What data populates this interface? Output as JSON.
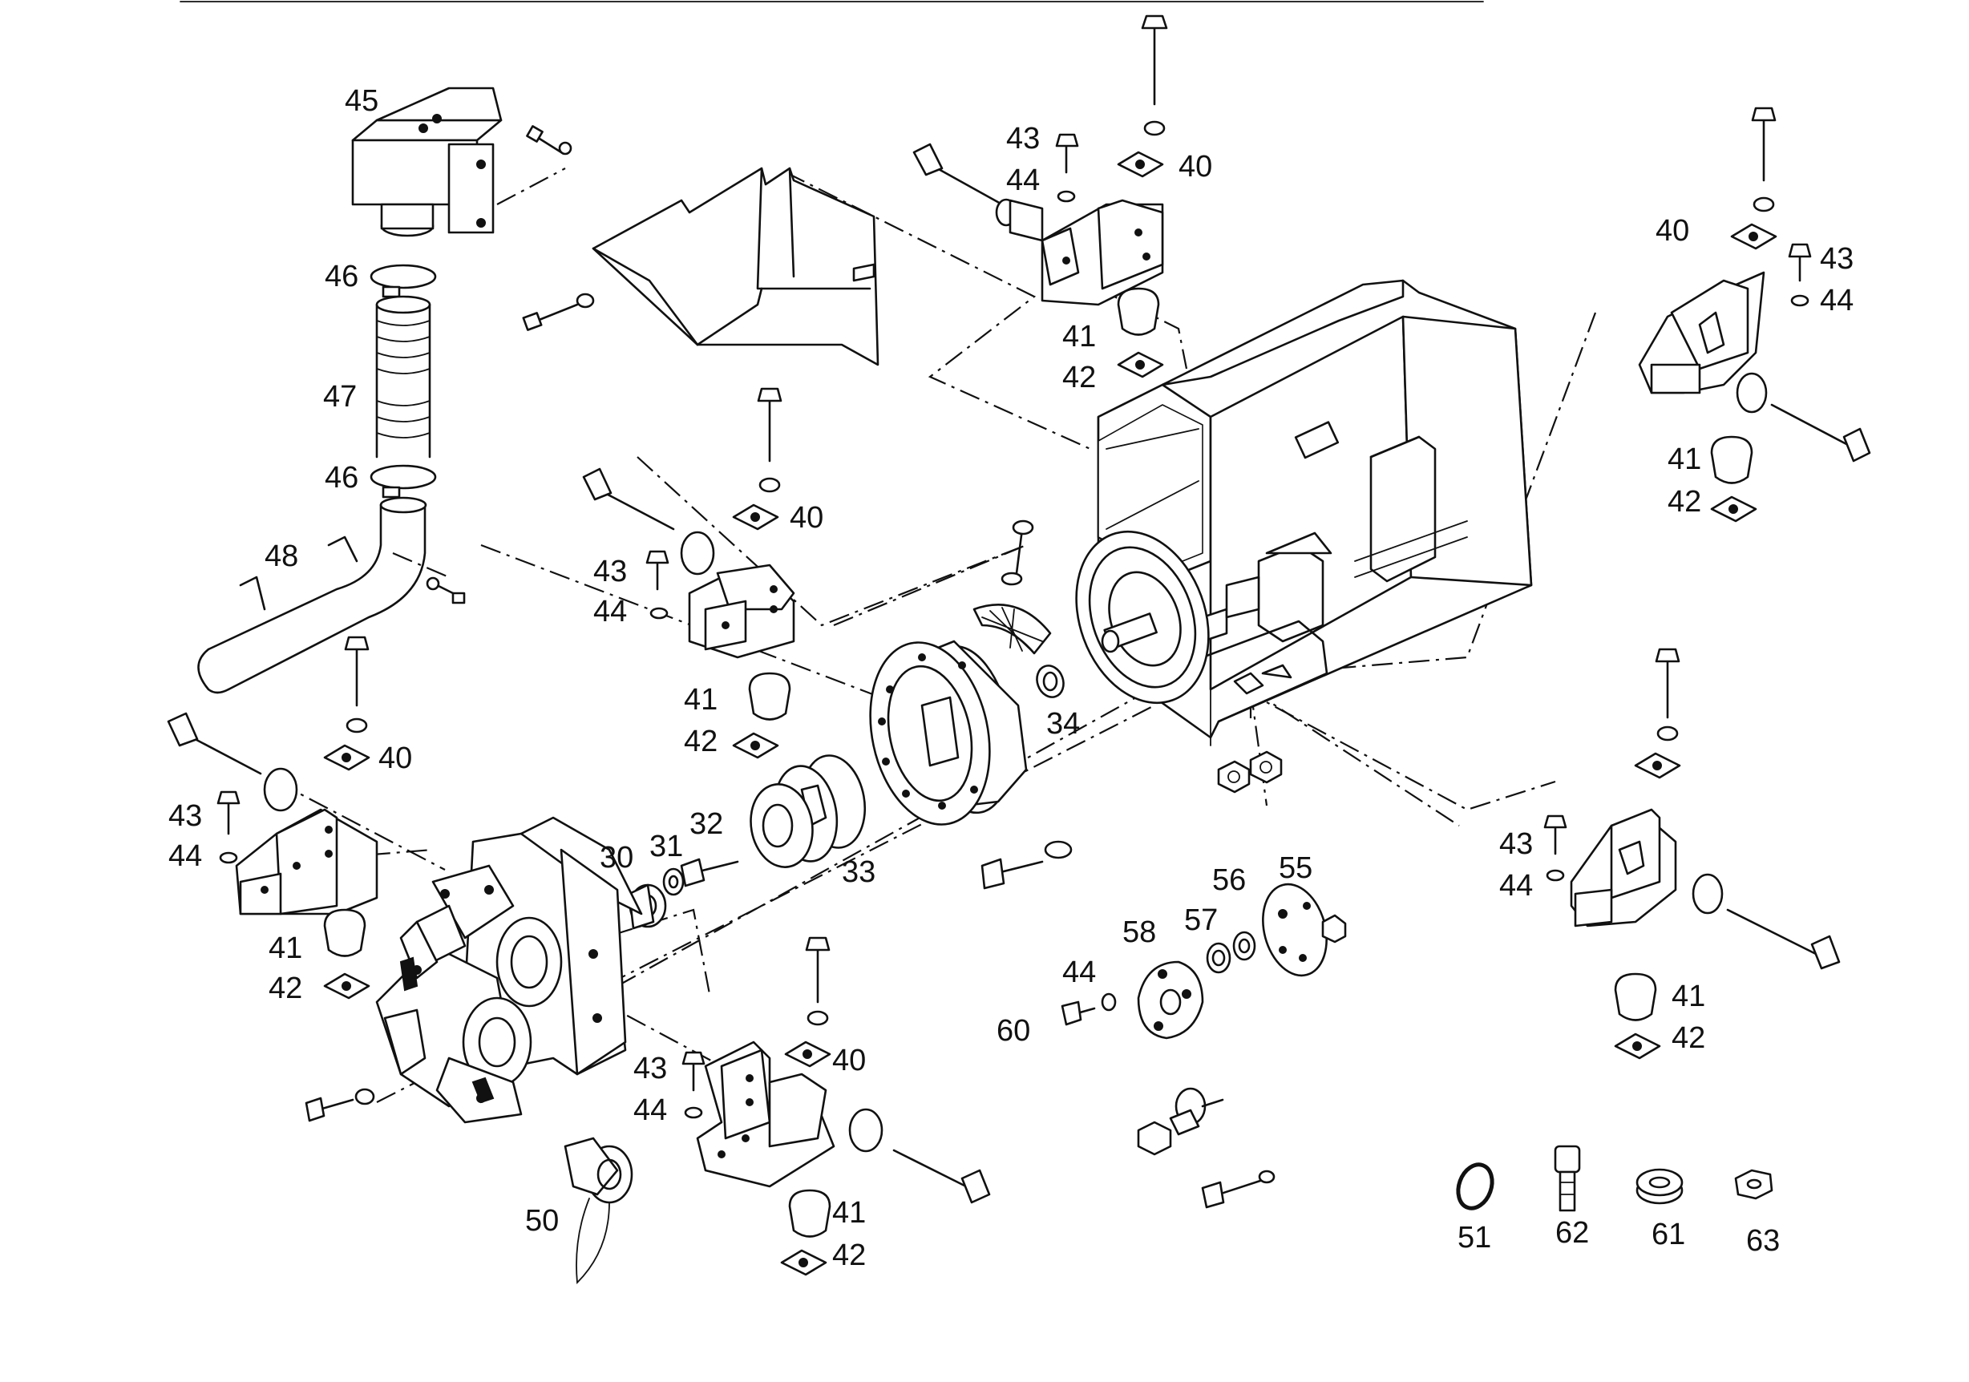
{
  "diagram": {
    "type": "exploded-parts-drawing",
    "callouts": [
      {
        "id": "c45a",
        "text": "45"
      },
      {
        "id": "c46a",
        "text": "46"
      },
      {
        "id": "c47",
        "text": "47"
      },
      {
        "id": "c46b",
        "text": "46"
      },
      {
        "id": "c48",
        "text": "48"
      },
      {
        "id": "c43a",
        "text": "43"
      },
      {
        "id": "c44a",
        "text": "44"
      },
      {
        "id": "c40a",
        "text": "40"
      },
      {
        "id": "c41a",
        "text": "41"
      },
      {
        "id": "c42a",
        "text": "42"
      },
      {
        "id": "c40b",
        "text": "40"
      },
      {
        "id": "c43b",
        "text": "43"
      },
      {
        "id": "c44b",
        "text": "44"
      },
      {
        "id": "c41b",
        "text": "41"
      },
      {
        "id": "c42b",
        "text": "42"
      },
      {
        "id": "c40c",
        "text": "40"
      },
      {
        "id": "c43c",
        "text": "43"
      },
      {
        "id": "c44c",
        "text": "44"
      },
      {
        "id": "c41c",
        "text": "41"
      },
      {
        "id": "c42c",
        "text": "42"
      },
      {
        "id": "c40d",
        "text": "40"
      },
      {
        "id": "c43d",
        "text": "43"
      },
      {
        "id": "c44d",
        "text": "44"
      },
      {
        "id": "c41d",
        "text": "41"
      },
      {
        "id": "c42d",
        "text": "42"
      },
      {
        "id": "c34",
        "text": "34"
      },
      {
        "id": "c32",
        "text": "32"
      },
      {
        "id": "c30",
        "text": "30"
      },
      {
        "id": "c31",
        "text": "31"
      },
      {
        "id": "c33",
        "text": "33"
      },
      {
        "id": "c43e",
        "text": "43"
      },
      {
        "id": "c44e",
        "text": "44"
      },
      {
        "id": "c41e",
        "text": "41"
      },
      {
        "id": "c42e",
        "text": "42"
      },
      {
        "id": "c40e",
        "text": "40"
      },
      {
        "id": "c43f",
        "text": "43"
      },
      {
        "id": "c44f",
        "text": "44"
      },
      {
        "id": "c41f",
        "text": "41"
      },
      {
        "id": "c42f",
        "text": "42"
      },
      {
        "id": "c56",
        "text": "56"
      },
      {
        "id": "c55",
        "text": "55"
      },
      {
        "id": "c57",
        "text": "57"
      },
      {
        "id": "c58",
        "text": "58"
      },
      {
        "id": "c44g",
        "text": "44"
      },
      {
        "id": "c60",
        "text": "60"
      },
      {
        "id": "c50",
        "text": "50"
      },
      {
        "id": "c51",
        "text": "51"
      },
      {
        "id": "c62",
        "text": "62"
      },
      {
        "id": "c61",
        "text": "61"
      },
      {
        "id": "c63",
        "text": "63"
      }
    ]
  }
}
